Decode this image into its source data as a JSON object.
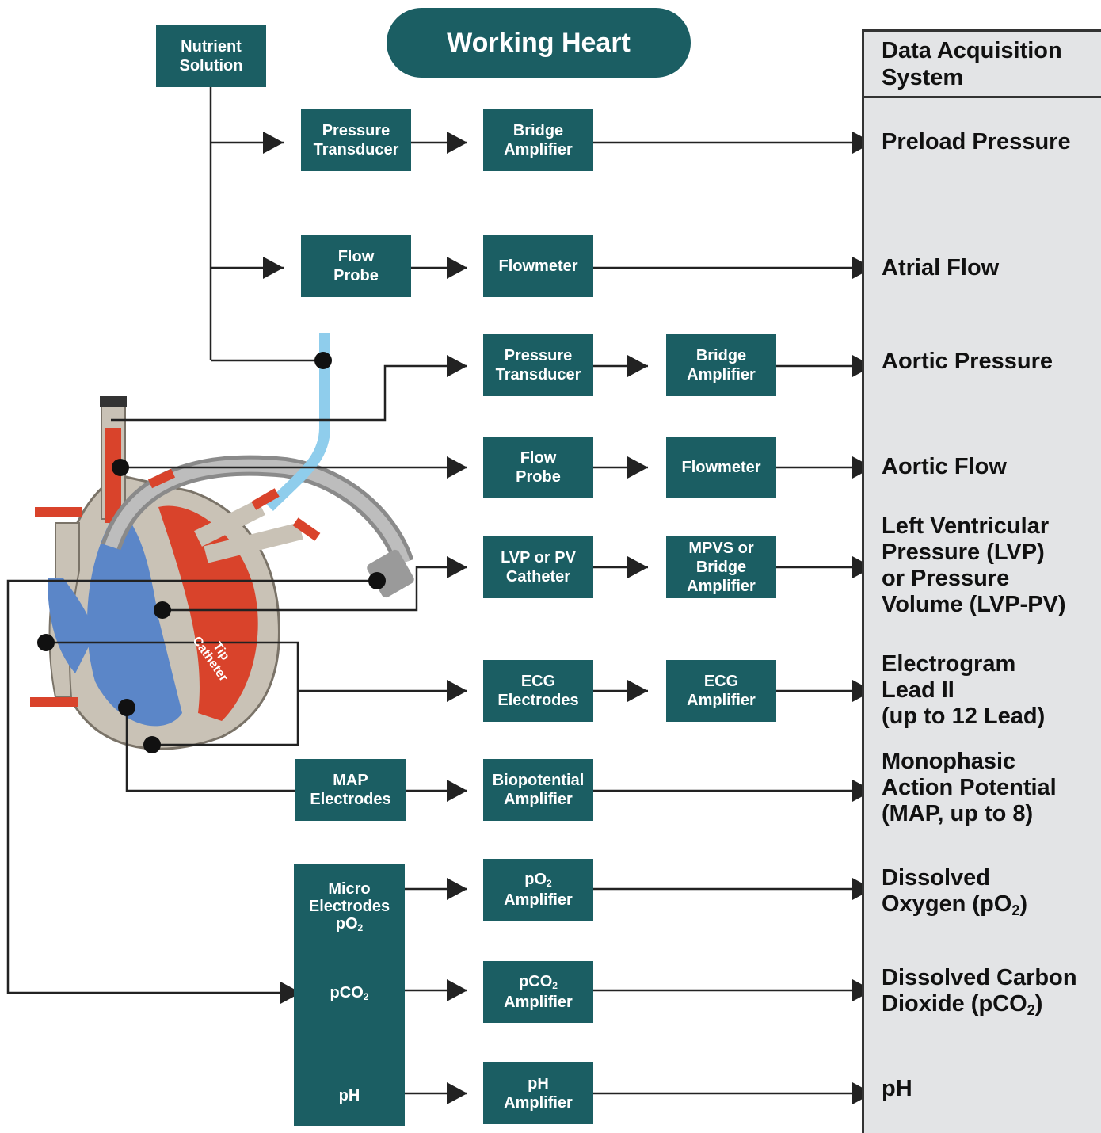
{
  "title": "Working Heart",
  "nutrient": [
    "Nutrient",
    "Solution"
  ],
  "daq_title": [
    "Data Acquisition",
    "System"
  ],
  "rows": [
    {
      "sensor": [
        "Pressure",
        "Transducer"
      ],
      "amp": [
        "Bridge",
        "Amplifier"
      ],
      "output": [
        "Preload Pressure"
      ]
    },
    {
      "sensor": [
        "Flow",
        "Probe"
      ],
      "amp": [
        "Flowmeter"
      ],
      "output": [
        "Atrial Flow"
      ]
    },
    {
      "sensor": [
        "Pressure",
        "Transducer"
      ],
      "amp": [
        "Bridge",
        "Amplifier"
      ],
      "output": [
        "Aortic Pressure"
      ]
    },
    {
      "sensor": [
        "Flow",
        "Probe"
      ],
      "amp": [
        "Flowmeter"
      ],
      "output": [
        "Aortic Flow"
      ]
    },
    {
      "sensor": [
        "LVP or PV",
        "Catheter"
      ],
      "amp": [
        "MPVS or",
        "Bridge",
        "Amplifier"
      ],
      "output": [
        "Left Ventricular",
        "Pressure (LVP)",
        "or Pressure",
        "Volume (LVP-PV)"
      ]
    },
    {
      "sensor": [
        "ECG",
        "Electrodes"
      ],
      "amp": [
        "ECG",
        "Amplifier"
      ],
      "output": [
        "Electrogram",
        "Lead II",
        "(up to 12 Lead)"
      ]
    },
    {
      "sensor": [
        "MAP",
        "Electrodes"
      ],
      "amp": [
        "Biopotential",
        "Amplifier"
      ],
      "output": [
        "Monophasic",
        "Action Potential",
        "(MAP, up to 8)"
      ]
    }
  ],
  "micro": {
    "title": [
      "Micro",
      "Electrodes",
      "pO",
      "2"
    ],
    "pco2": [
      "pCO",
      "2"
    ],
    "ph": "pH"
  },
  "gas_amps": {
    "po2": [
      "pO",
      "2",
      "Amplifier"
    ],
    "pco2": [
      "pCO",
      "2",
      "Amplifier"
    ],
    "ph": [
      "pH",
      "Amplifier"
    ]
  },
  "gas_outputs": {
    "po2": [
      "Dissolved",
      "Oxygen (pO",
      "2",
      ")"
    ],
    "pco2": [
      "Dissolved Carbon",
      "Dioxide (pCO",
      "2",
      ")"
    ],
    "ph": "pH"
  },
  "tip_catheter": "Tip Catheter",
  "colors": {
    "box": "#1b5e63",
    "panel": "#e3e4e6",
    "blood_red": "#d9432b",
    "venous_blue": "#5b86c8",
    "tissue": "#c9c2b6",
    "tube_blue": "#8fcdec"
  }
}
